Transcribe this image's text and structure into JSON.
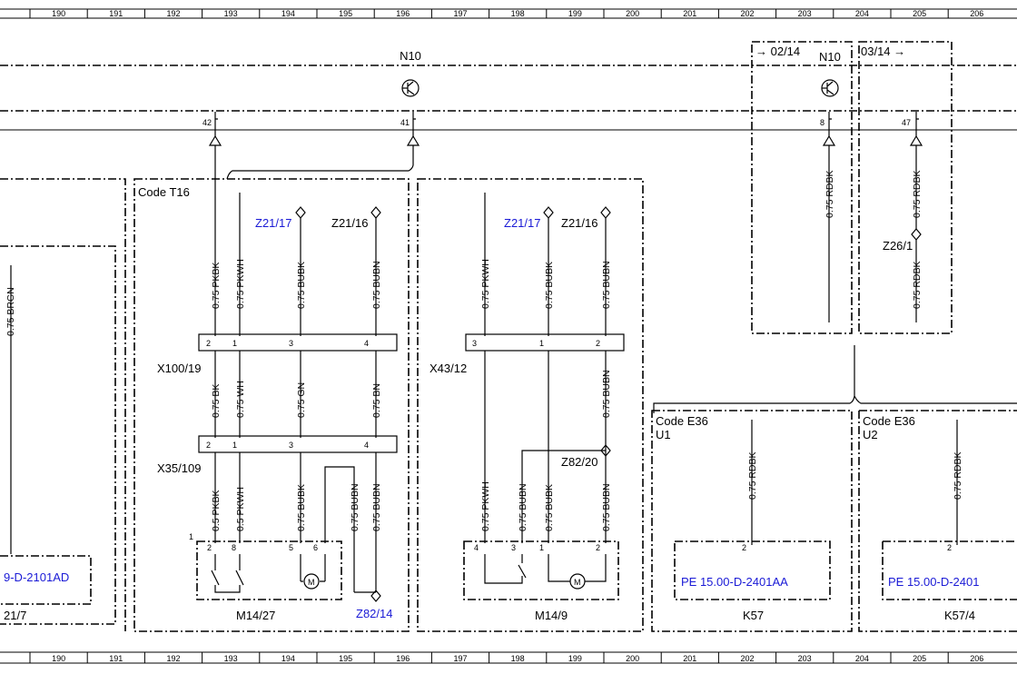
{
  "ruler": [
    "190",
    "191",
    "192",
    "193",
    "194",
    "195",
    "196",
    "197",
    "198",
    "199",
    "200",
    "201",
    "202",
    "203",
    "204",
    "205",
    "206"
  ],
  "header": {
    "module": "N10",
    "module_right": "N10",
    "ref_left": "→ 02/14",
    "ref_right": "03/14 →",
    "pins": [
      "42",
      "41",
      "8",
      "47"
    ]
  },
  "sections": {
    "code_t16": "Code T16",
    "code_e36_u1": "Code E36",
    "u1": "U1",
    "code_e36_u2": "Code E36",
    "u2": "U2"
  },
  "connectors": {
    "x100": "X100/19",
    "x35": "X35/109",
    "x43": "X43/12"
  },
  "components": {
    "m14_27": "M14/27",
    "m14_9": "M14/9",
    "k57": "K57",
    "k57_4": "K57/4",
    "m14_27_pin": "1"
  },
  "ground_points": {
    "z21_17_a": "Z21/17",
    "z21_16_a": "Z21/16",
    "z21_17_b": "Z21/17",
    "z21_16_b": "Z21/16",
    "z82_20": "Z82/20",
    "z82_14": "Z82/14",
    "z26_1": "Z26/1"
  },
  "references": {
    "left": "9-D-2101AD",
    "left_bottom": "21/7",
    "pe1": "PE 15.00-D-2401AA",
    "pe2": "PE 15.00-D-2401"
  },
  "wires": {
    "w1": "0.75 PKBK",
    "w2": "0.75 PKWH",
    "w3": "0.75 BUBK",
    "w4": "0.75 BUBN",
    "w5": "0.75 BK",
    "w6": "0.75 WH",
    "w7": "0.75 GN",
    "w8": "0.75 BN",
    "w9": "0.5 PKBK",
    "w10": "0.5 PKWH",
    "w11": "0.75 BUBK",
    "w12": "0.75 BUBN",
    "w13": "0.75 BUBN",
    "w14": "0.75 PKWH",
    "w15": "0.75 BUBK",
    "w16": "0.75 BUBN",
    "w17": "0.75 BUBN",
    "w18": "0.75 PKWH",
    "w19": "0.75 BUBN",
    "w20": "0.75 BUBK",
    "w21": "0.75 BUBN",
    "w22": "0.75 RDBK",
    "w23": "0.75 RDBK",
    "w24": "0.75 RDBK",
    "w25": "0.75 RDBK",
    "w26": "0.75 RDBK",
    "w_left": "0.75 BRGN"
  },
  "pins": {
    "x100": [
      "2",
      "1",
      "3",
      "4"
    ],
    "x35": [
      "2",
      "1",
      "3",
      "4"
    ],
    "x43": [
      "3",
      "1",
      "2"
    ],
    "m14_27": [
      "2",
      "8",
      "5",
      "6"
    ],
    "m14_9": [
      "4",
      "3",
      "1",
      "2"
    ],
    "k57": "2",
    "k57_4": "2"
  },
  "colors": {
    "link": "#1a1ad6",
    "line": "#000000"
  }
}
